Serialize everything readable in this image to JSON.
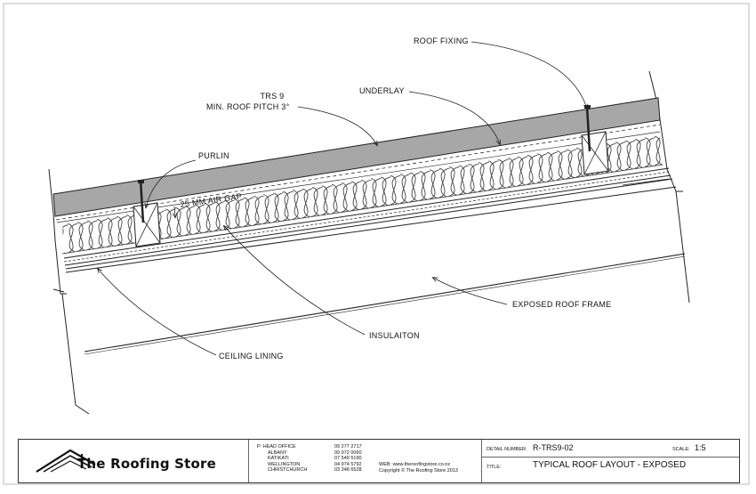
{
  "labels": {
    "roof_fixing": "ROOF FIXING",
    "trs9_line1": "TRS 9",
    "trs9_line2": "MIN. ROOF PITCH 3°",
    "underlay": "UNDERLAY",
    "purlin": "PURLIN",
    "air_gap": "25 MM AIR GAP",
    "exposed_frame": "EXPOSED ROOF FRAME",
    "insulation": "INSULAITON",
    "ceiling_lining": "CEILING LINING"
  },
  "titleblock": {
    "company": "The Roofing Store",
    "offices": [
      {
        "name": "P: HEAD OFFICE",
        "phone": "09 277 2717"
      },
      {
        "name": "ALBANY",
        "phone": "09 972 0060"
      },
      {
        "name": "KATIKATI",
        "phone": "07 549 5190"
      },
      {
        "name": "WELLINGTON",
        "phone": "04 974 5792"
      },
      {
        "name": "CHRISTCHURCH",
        "phone": "03 348 6528"
      }
    ],
    "web": "WEB: www.theroofingstore.co.nz",
    "copyright": "Copyright © The Roofing Store 2013",
    "detail_number_label": "DETAIL NUMBER:",
    "detail_number": "R-TRS9-02",
    "scale_label": "SCALE:",
    "scale": "1:5",
    "title_label": "TITLE:",
    "title": "TYPICAL ROOF LAYOUT - EXPOSED"
  }
}
